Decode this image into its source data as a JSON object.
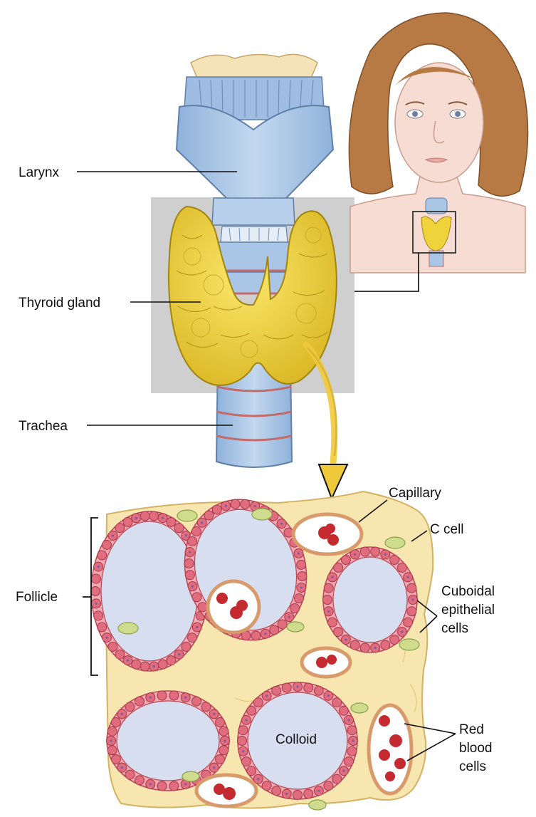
{
  "labels": {
    "larynx": "Larynx",
    "thyroid_gland": "Thyroid gland",
    "trachea": "Trachea",
    "capillary": "Capillary",
    "c_cell": "C cell",
    "follicle": "Follicle",
    "cuboidal": [
      "Cuboidal",
      "epithelial",
      "cells"
    ],
    "colloid": "Colloid",
    "red_blood": [
      "Red",
      "blood",
      "cells"
    ]
  },
  "colors": {
    "cartilage_blue": "#a9c6e6",
    "thyroid_yellow": "#f0d23a",
    "highlight_gray": "#cfcfcf",
    "skin": "#f6dcd2",
    "hair": "#b87a45",
    "colloid_fill": "#d7def0",
    "epithelial_red": "#e06c7d",
    "tissue_bg": "#f8e6b0",
    "rbc_red": "#c42a2f"
  }
}
